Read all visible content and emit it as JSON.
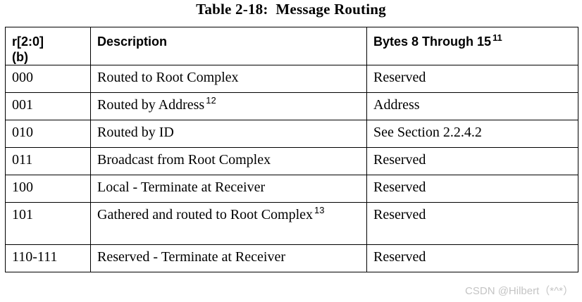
{
  "caption": "Table 2-18:  Message Routing",
  "table": {
    "headers": [
      {
        "text": "r[2:0] (b)",
        "note": ""
      },
      {
        "text": "Description",
        "note": ""
      },
      {
        "text": "Bytes 8 Through 15",
        "note": "11"
      }
    ],
    "rows": [
      {
        "code": "000",
        "description": "Routed to Root Complex",
        "description_note": "",
        "bytes": "Reserved"
      },
      {
        "code": "001",
        "description": "Routed by Address",
        "description_note": "12",
        "bytes": "Address"
      },
      {
        "code": "010",
        "description": "Routed by ID",
        "description_note": "",
        "bytes": "See Section 2.2.4.2"
      },
      {
        "code": "011",
        "description": "Broadcast from Root Complex",
        "description_note": "",
        "bytes": "Reserved"
      },
      {
        "code": "100",
        "description": "Local - Terminate at Receiver",
        "description_note": "",
        "bytes": "Reserved"
      },
      {
        "code": "101",
        "description": "Gathered and routed to Root Complex",
        "description_note": "13",
        "bytes": "Reserved"
      },
      {
        "code": "110-111",
        "description": "Reserved - Terminate at Receiver",
        "description_note": "",
        "bytes": "Reserved"
      }
    ]
  },
  "watermark": "CSDN @Hilbert（*^*）"
}
